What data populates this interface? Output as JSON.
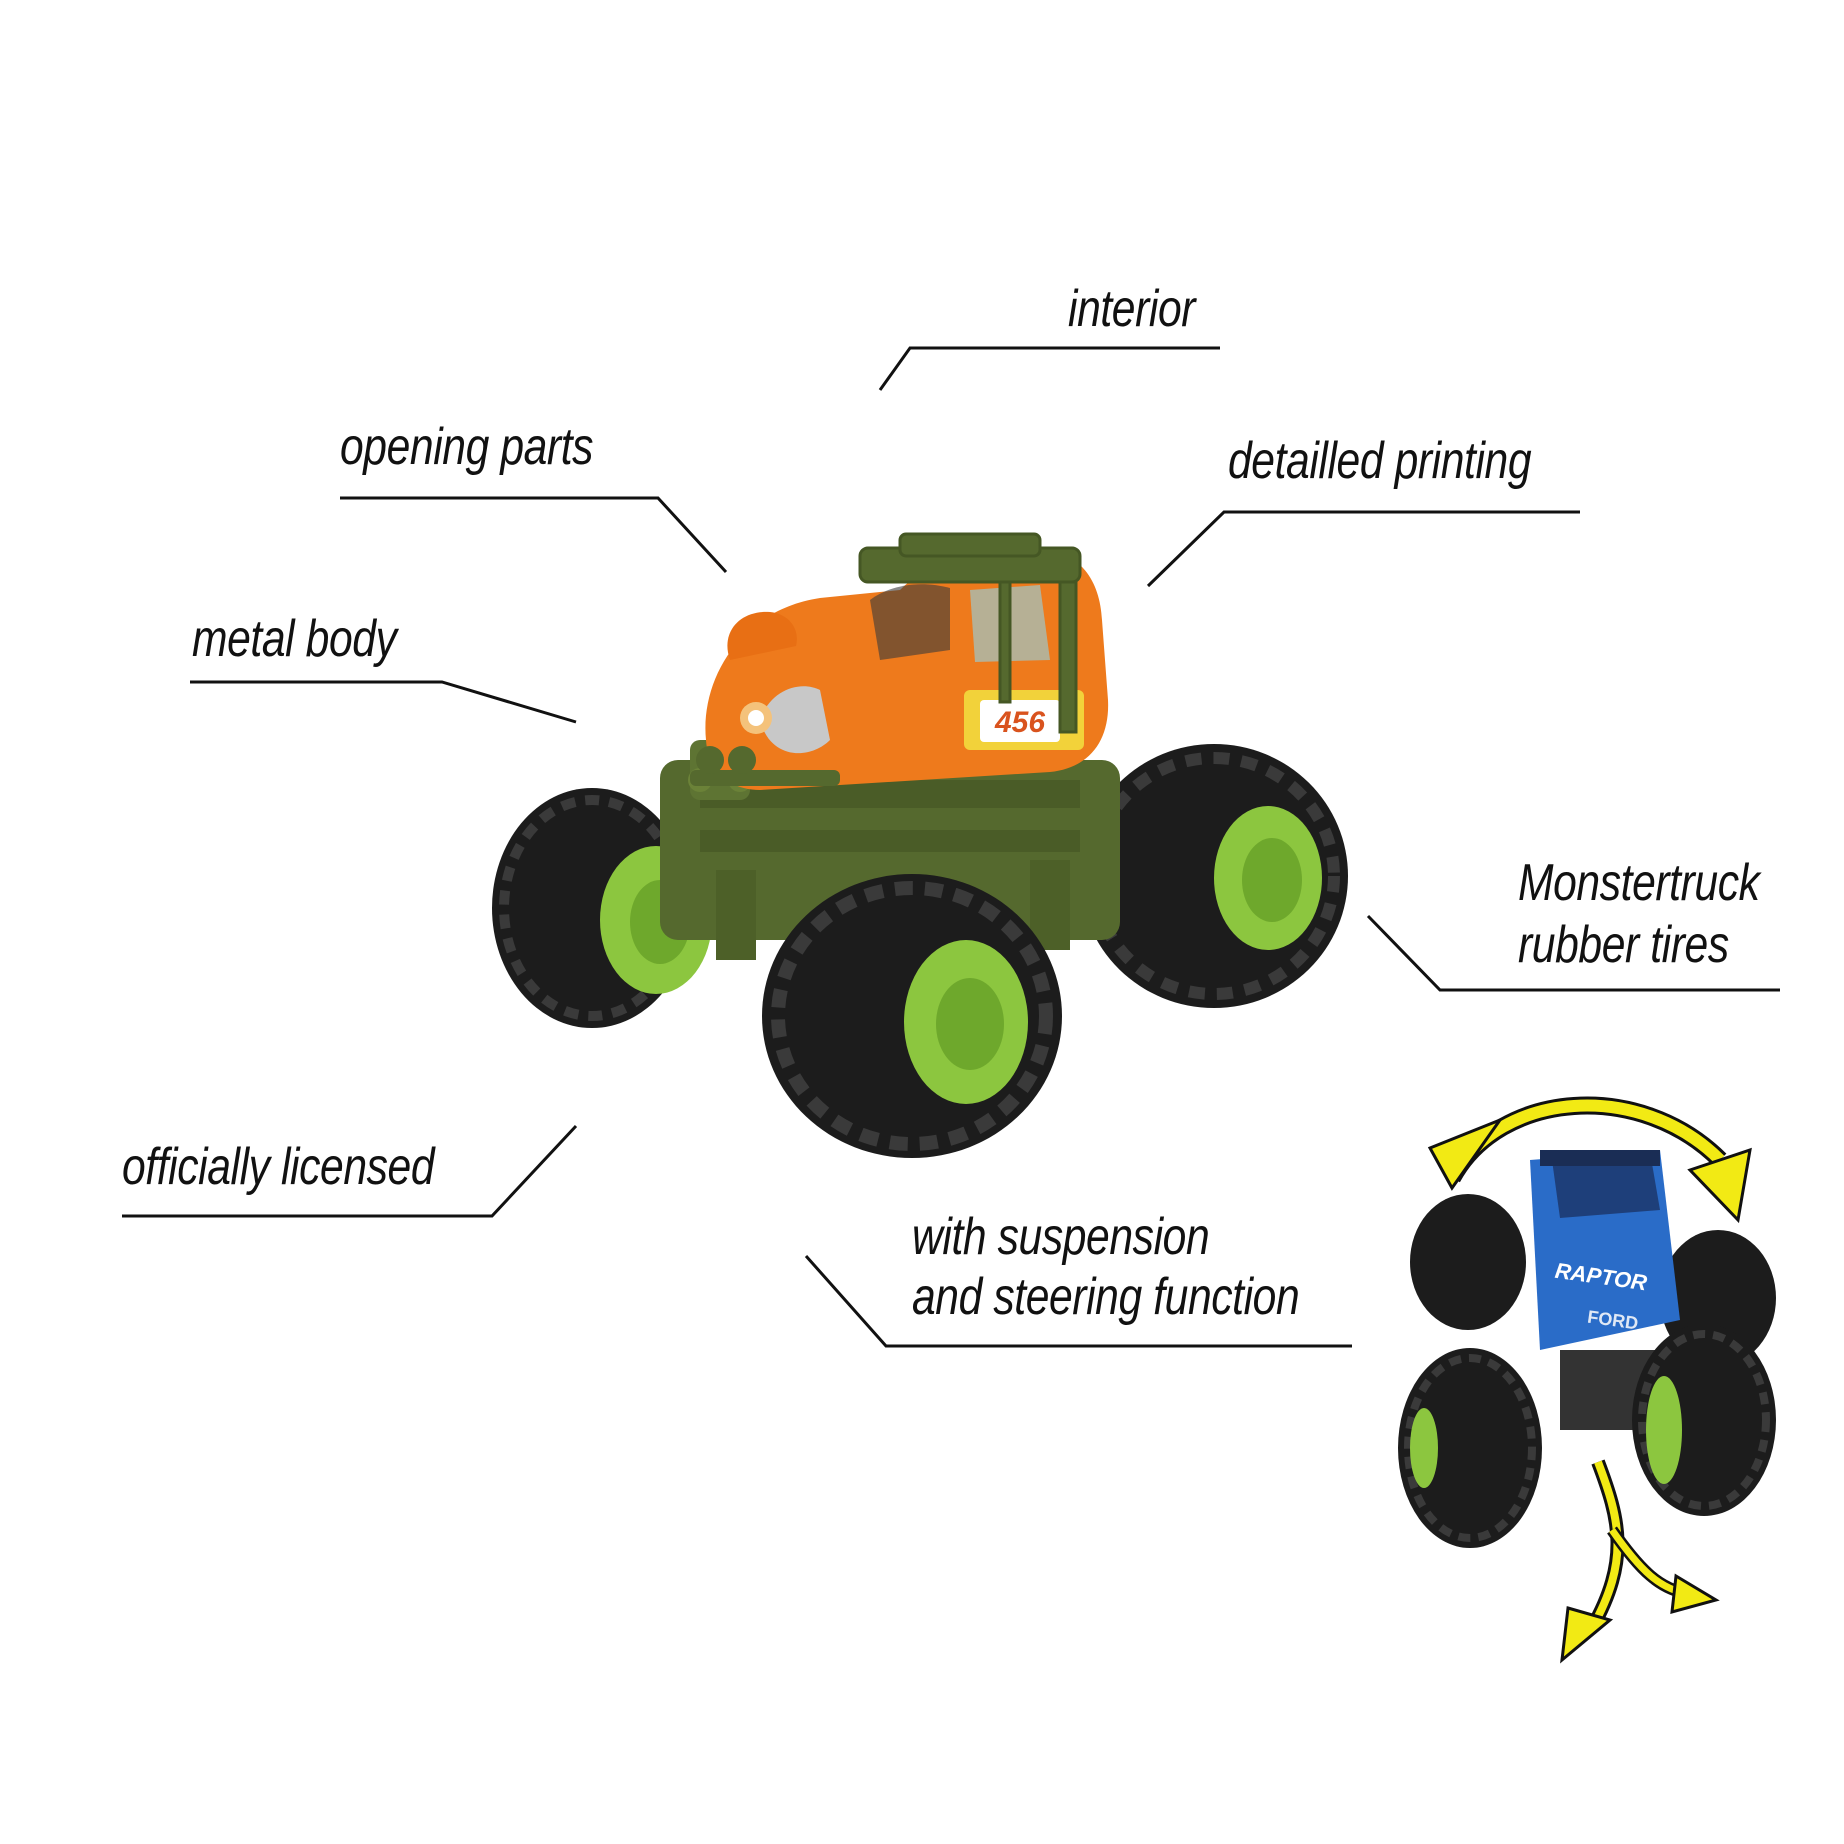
{
  "callouts": {
    "interior": "interior",
    "opening_parts": "opening parts",
    "detailled_printing": "detailled printing",
    "metal_body": "metal body",
    "monstertruck_line1": "Monstertruck",
    "monstertruck_line2": "rubber tires",
    "officially_licensed": "officially licensed",
    "suspension_line1": "with suspension",
    "suspension_line2": "and steering function"
  },
  "main_truck": {
    "number": "456"
  },
  "small_truck": {
    "badge_top": "RAPTOR",
    "badge_bottom": "FORD"
  },
  "colors": {
    "body_orange": "#ee7a1c",
    "chassis_green": "#55692e",
    "wheel_green": "#8cc63f",
    "tire_black": "#1c1c1c",
    "arrow_yellow": "#f2ea14",
    "small_body_blue": "#2a6cc8"
  }
}
